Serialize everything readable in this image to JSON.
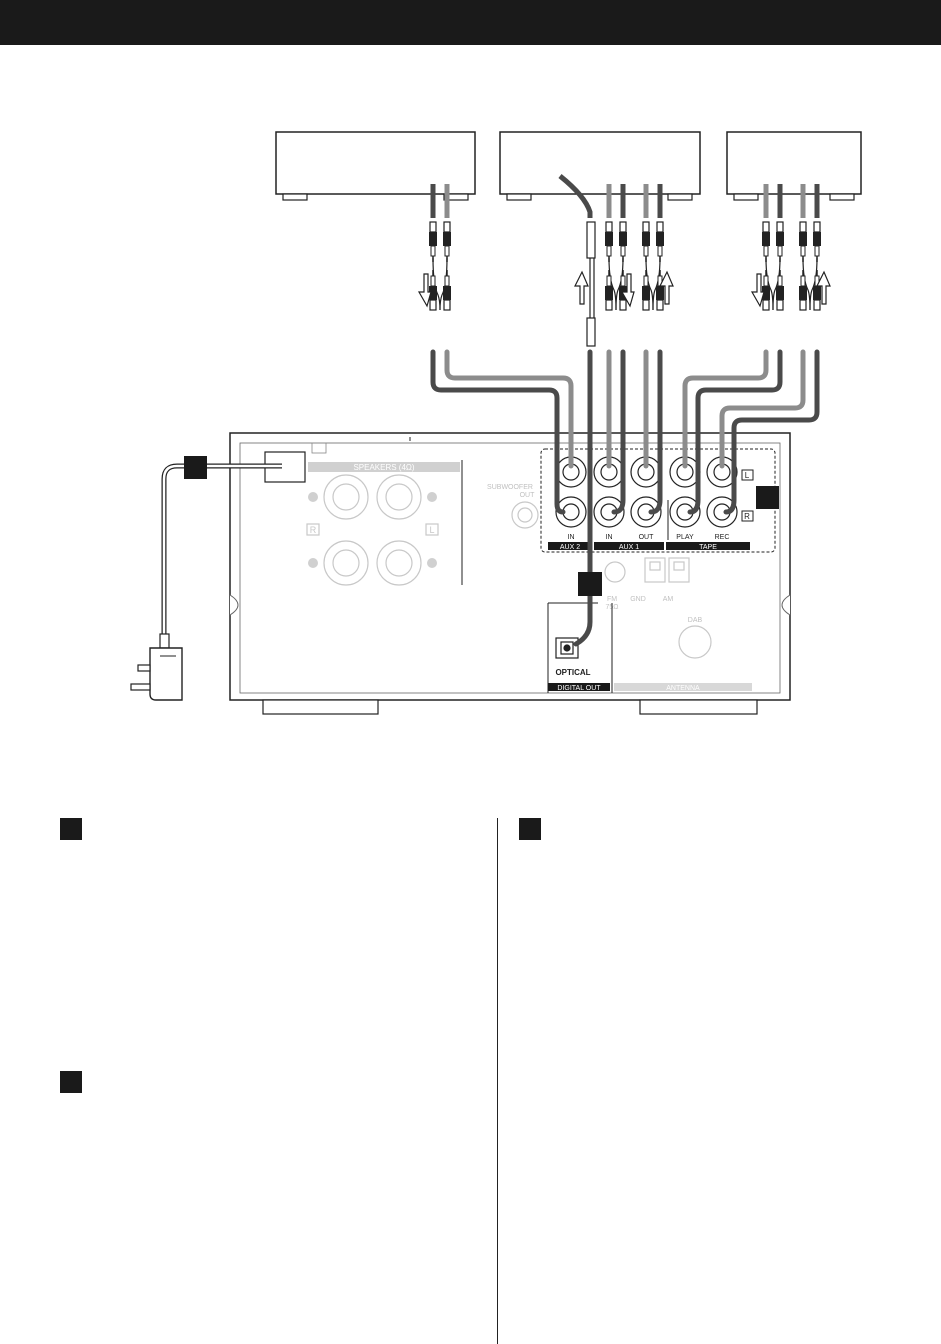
{
  "colors": {
    "band": "#1a1a1a",
    "cable_dark": "#4a4a4a",
    "cable_mid": "#8c8c8c",
    "panel_faint": "#d0d0d0"
  },
  "panel": {
    "speakers_label": "SPEAKERS (4Ω)",
    "r_mark": "R",
    "l_mark": "L",
    "subwoofer_line1": "SUBWOOFER",
    "subwoofer_line2": "OUT",
    "jack_labels": {
      "aux2_in": "IN",
      "aux1_in": "IN",
      "aux1_out": "OUT",
      "tape_play": "PLAY",
      "tape_rec": "REC"
    },
    "group_labels": {
      "aux2": "AUX 2",
      "aux1": "AUX 1",
      "tape": "TAPE"
    },
    "fm_line1": "FM",
    "fm_line2": "75Ω",
    "gnd": "GND",
    "am": "AM",
    "dab": "DAB",
    "optical": "OPTICAL",
    "digital_out": "DIGITAL OUT",
    "antenna": "ANTENNA"
  }
}
